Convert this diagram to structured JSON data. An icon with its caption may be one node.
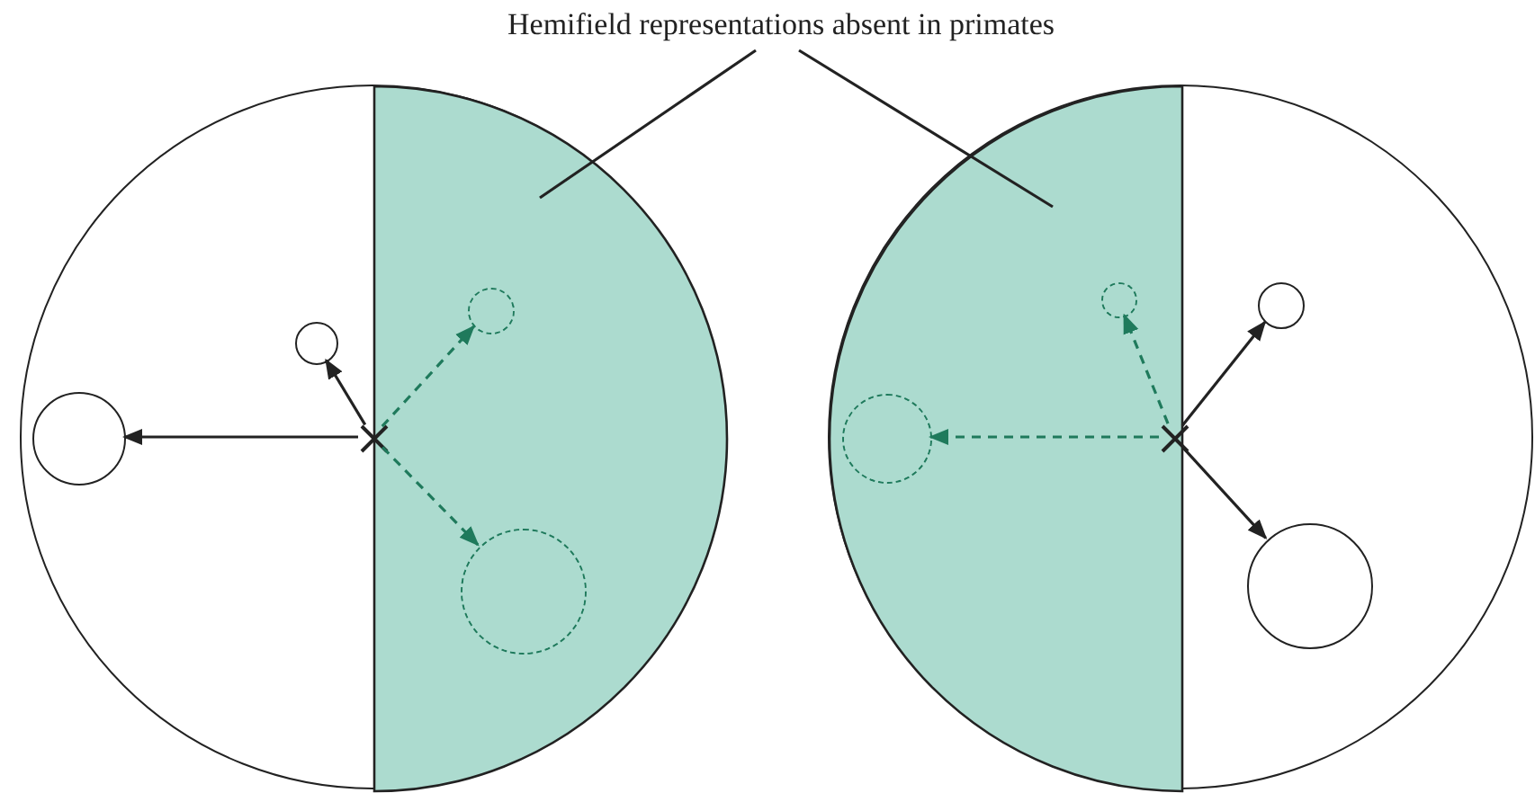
{
  "diagram": {
    "nodes": [
      {
        "text": [
          "Hemifield representations absent in primates"
        ]
      },
      {
        "text": [],
        "shape": "circle"
      },
      {
        "text": [],
        "shape": "half-circle",
        "in": 1
      },
      {
        "text": [],
        "shape": "cross",
        "in": 1
      },
      {
        "text": [],
        "shape": "circle",
        "in": 1
      },
      {
        "text": [],
        "shape": "circle",
        "in": 1
      },
      {
        "text": [],
        "shape": "circle",
        "in": 2
      },
      {
        "text": [],
        "shape": "circle",
        "in": 2
      },
      {
        "text": [],
        "shape": "circle"
      },
      {
        "text": [],
        "shape": "half-circle",
        "in": 8
      },
      {
        "text": [],
        "shape": "cross",
        "in": 8
      },
      {
        "text": [],
        "shape": "circle",
        "in": 9
      },
      {
        "text": [],
        "shape": "circle",
        "in": 9
      },
      {
        "text": [],
        "shape": "circle",
        "in": 8
      },
      {
        "text": [],
        "shape": "circle",
        "in": 8
      }
    ],
    "edges": [
      {
        "from": 0,
        "to": 2,
        "arrow": "none"
      },
      {
        "from": 0,
        "to": 9,
        "arrow": "none"
      },
      {
        "from": 3,
        "to": 4,
        "arrow": "to"
      },
      {
        "from": 3,
        "to": 5,
        "arrow": "to"
      },
      {
        "from": 3,
        "to": 6,
        "arrow": "to",
        "style": "dashed",
        "color": "#1f7a5c"
      },
      {
        "from": 3,
        "to": 7,
        "arrow": "to",
        "style": "dashed",
        "color": "#1f7a5c"
      },
      {
        "from": 10,
        "to": 11,
        "arrow": "to",
        "style": "dashed",
        "color": "#1f7a5c"
      },
      {
        "from": 10,
        "to": 12,
        "arrow": "to",
        "style": "dashed",
        "color": "#1f7a5c"
      },
      {
        "from": 10,
        "to": 13,
        "arrow": "to"
      },
      {
        "from": 10,
        "to": 14,
        "arrow": "to"
      }
    ]
  }
}
